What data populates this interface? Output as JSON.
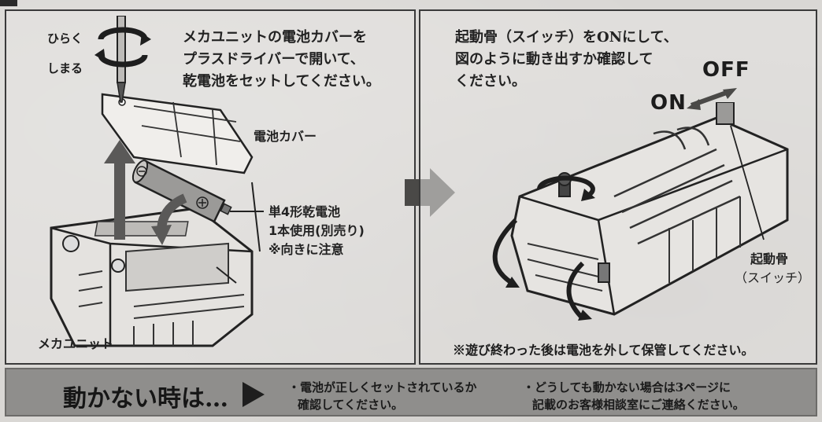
{
  "left_panel": {
    "rotate_open_label": "ひらく",
    "rotate_close_label": "しまる",
    "instruction_lines": [
      "メカユニットの電池カバーを",
      "プラスドライバーで開いて、",
      "乾電池をセットしてください。"
    ],
    "battery_cover_label": "電池カバー",
    "battery_label_lines": [
      "単4形乾電池",
      "1本使用(別売り)",
      "※向きに注意"
    ],
    "mecha_unit_label": "メカユニット"
  },
  "right_panel": {
    "instruction_lines": [
      "起動骨（スイッチ）をONにして、",
      "図のように動き出すか確認して",
      "ください。"
    ],
    "switch_off_label": "OFF",
    "switch_on_label": "ON",
    "switch_label_lines": [
      "起動骨",
      "（スイッチ）"
    ],
    "note": "※遊び終わった後は電池を外して保管してください。"
  },
  "trouble": {
    "title": "動かない時は…",
    "tip1_lines": [
      "・電池が正しくセットされているか",
      "確認してください。"
    ],
    "tip2_lines": [
      "・どうしても動かない場合は3ページに",
      "記載のお客様相談室にご連絡ください。"
    ]
  },
  "icons": [
    "screwdriver-icon",
    "rotate-arrows-icon",
    "battery-icon",
    "up-arrow-icon",
    "down-arrow-icon",
    "right-arrow-icon",
    "double-arrow-icon"
  ],
  "colors": {
    "ink": "#1c1c1c",
    "panel_border": "#3a3a3a",
    "bottom_bar": "#8f8e8c",
    "paper": "#d9d7d4"
  }
}
